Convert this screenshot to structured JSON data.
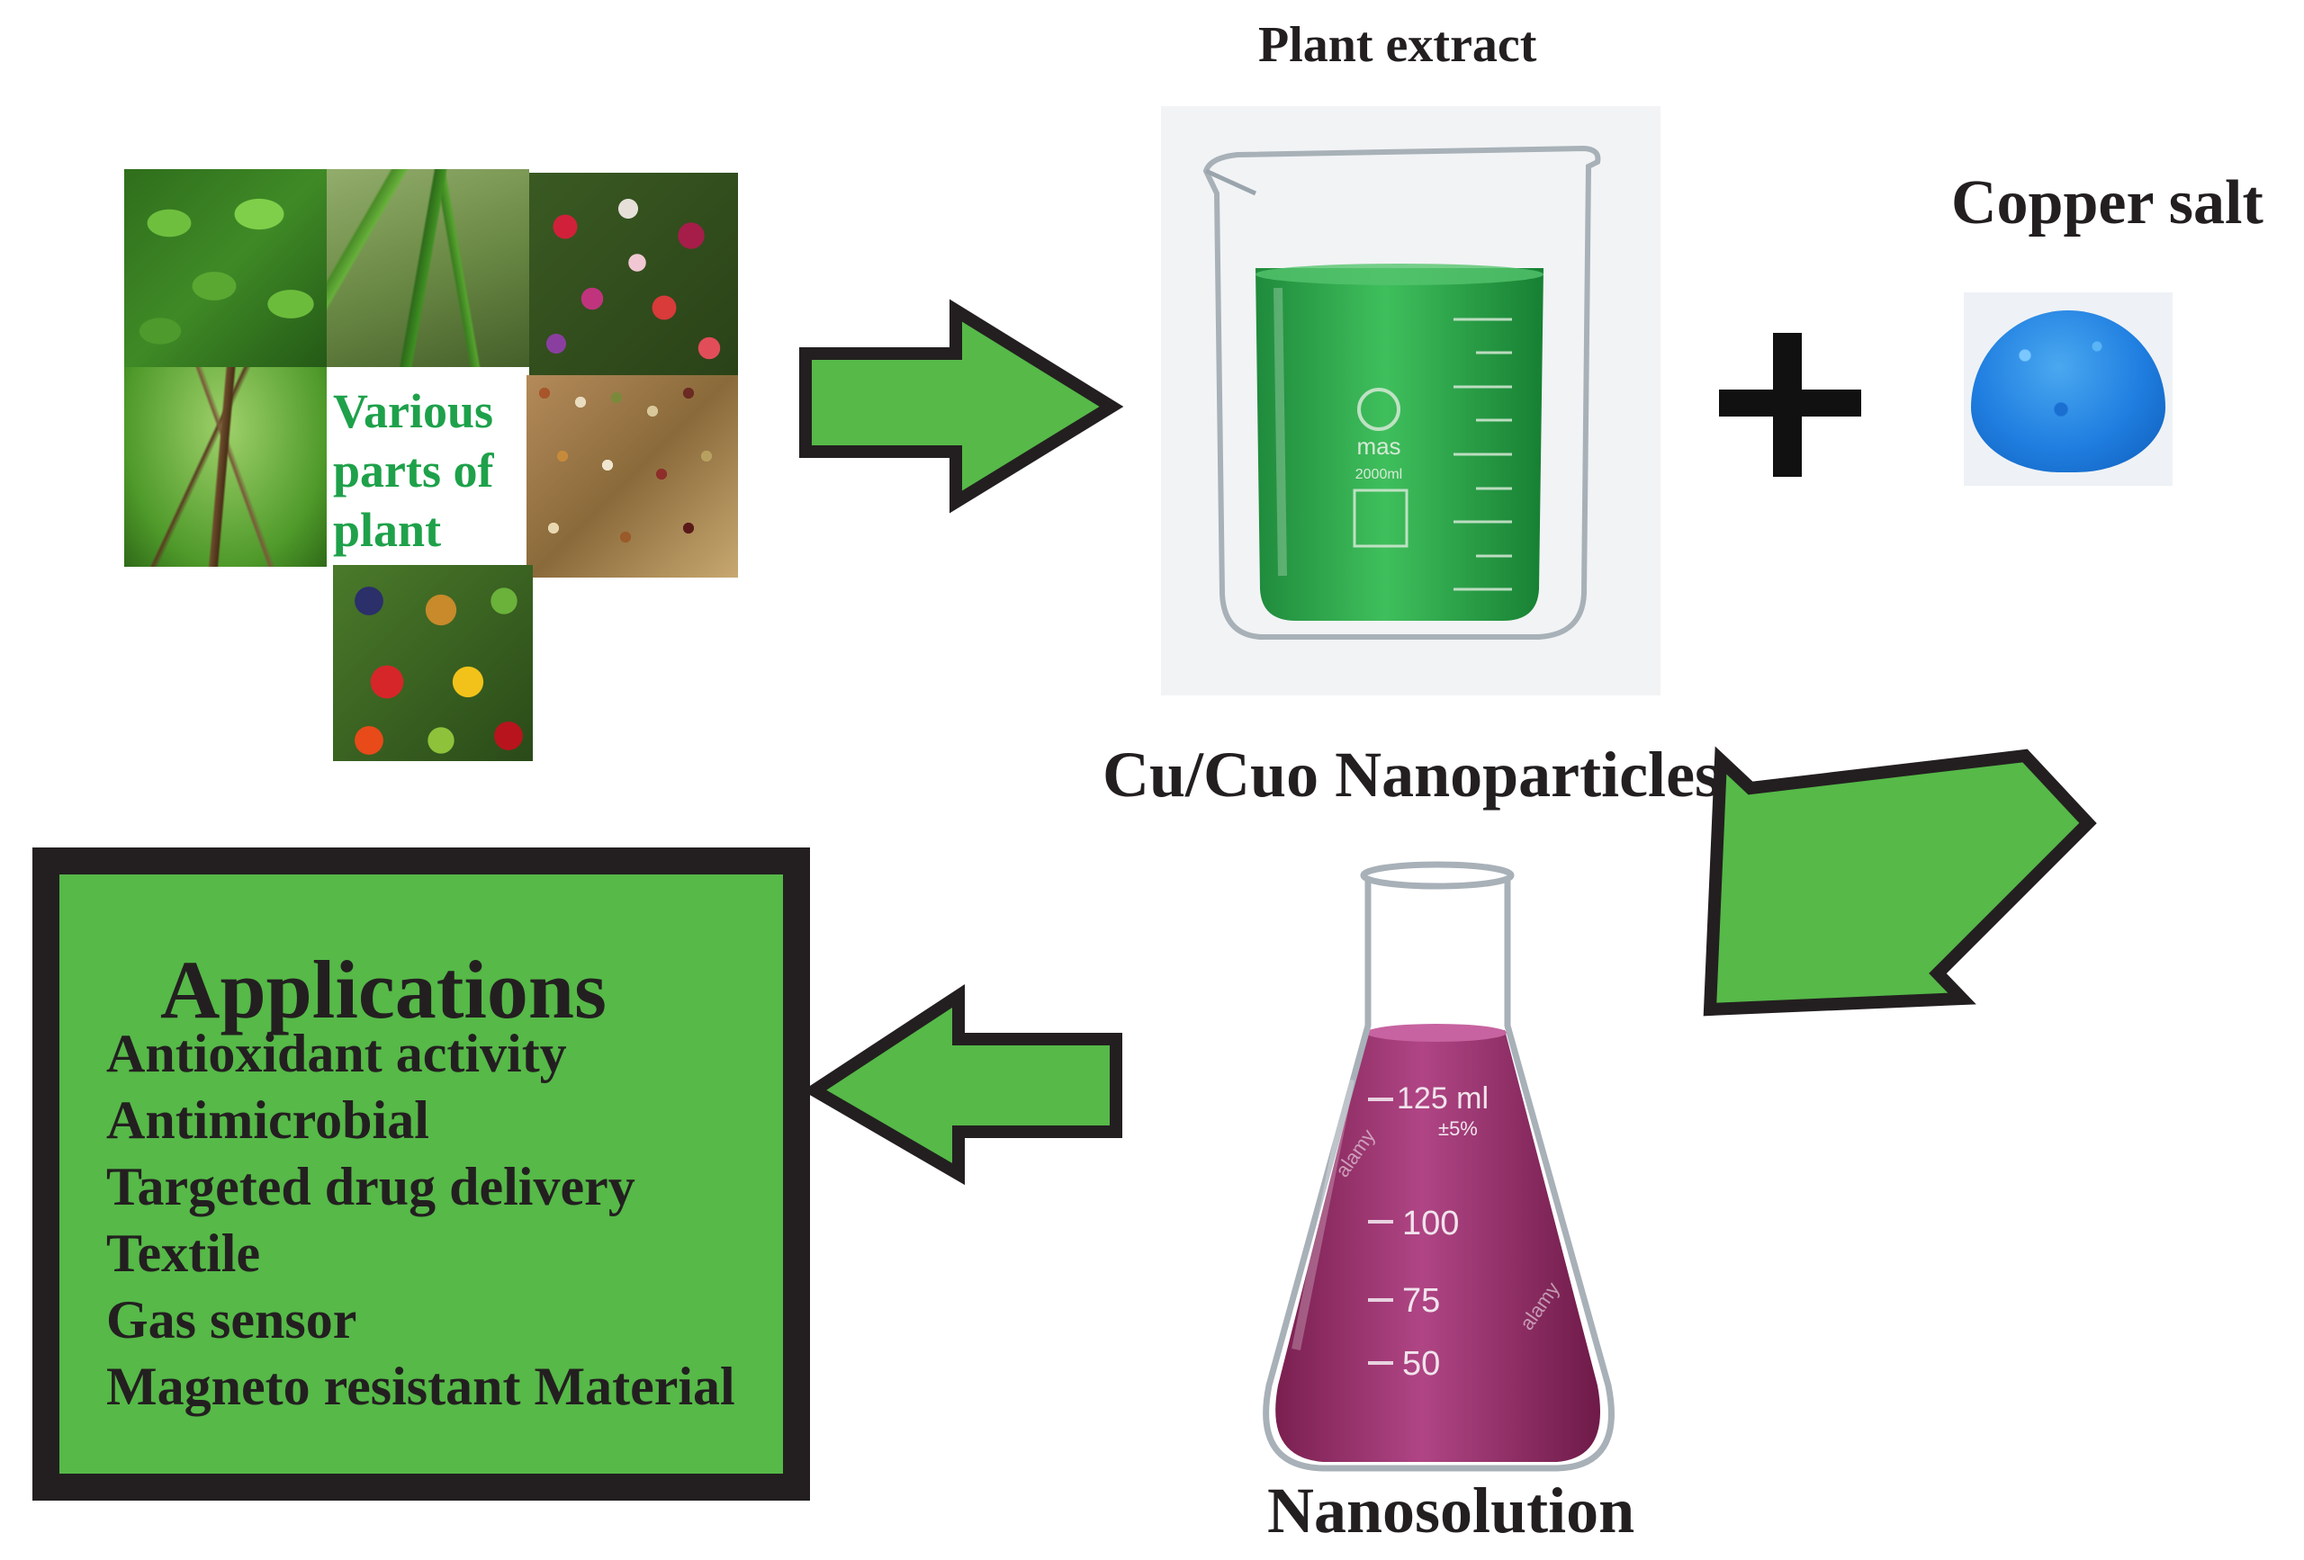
{
  "diagram": {
    "plant_label": "Various\nparts of\nplant",
    "plant_extract_label": "Plant extract",
    "copper_salt_label": "Copper salt",
    "nanoparticles_label": "Cu/Cuo Nanoparticles",
    "nanosolution_label": "Nanosolution",
    "plus_symbol": "+",
    "beaker": {
      "brand": "mas",
      "capacity_text": "2000ml",
      "liquid_color": "#2fa84f"
    },
    "flask": {
      "volume_text": "125 ml",
      "tolerance_text": "±5%",
      "watermark_text": "alamy",
      "graduations": [
        "100",
        "75",
        "50"
      ],
      "liquid_color": "#a3306f"
    },
    "applications": {
      "title": "Applications",
      "items": [
        "Antioxidant activity",
        "Antimicrobial",
        "Targeted drug delivery",
        "Textile",
        "Gas sensor",
        "Magneto resistant Material"
      ]
    },
    "colors": {
      "arrow_fill": "#56b948",
      "arrow_stroke": "#231f20",
      "box_fill": "#56b948",
      "plant_label_color": "#1ea14a",
      "copper_salt_color": "#1f7ee0"
    }
  }
}
